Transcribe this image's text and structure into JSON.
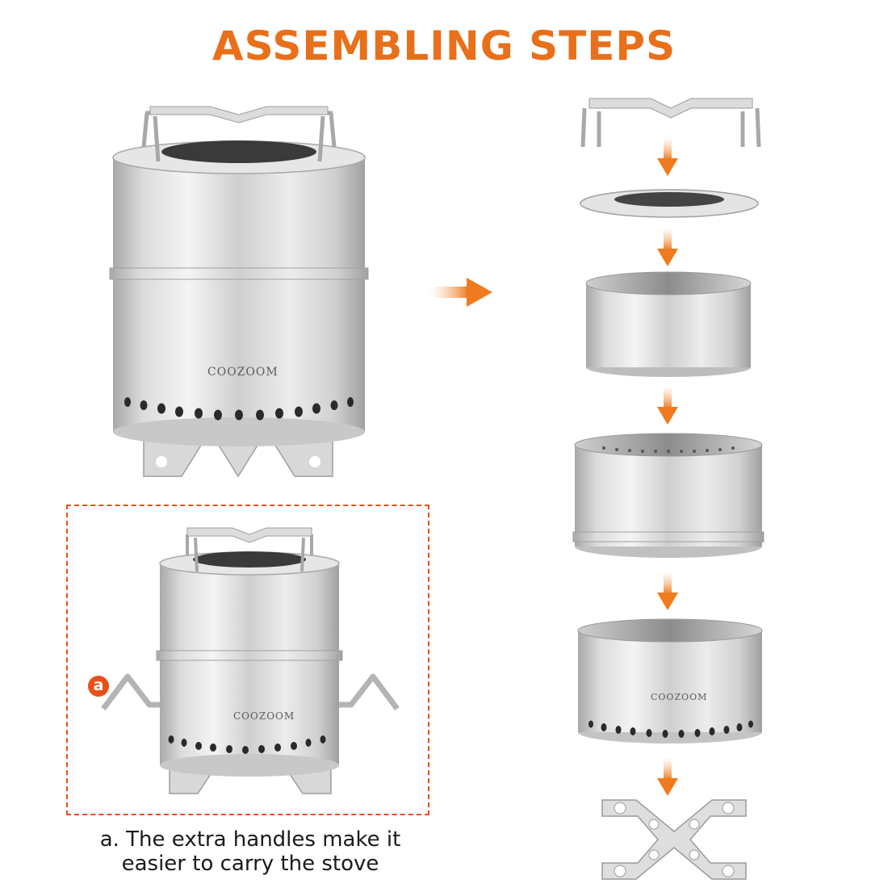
{
  "header": {
    "title": "ASSEMBLING STEPS"
  },
  "main_stove": {
    "brand": "COOZOOM"
  },
  "handles_example": {
    "badge": "a",
    "brand": "COOZOOM"
  },
  "caption": {
    "line1": "a. The extra handles make it",
    "line2": "easier to carry the stove"
  },
  "steps": [
    {
      "part": "pot-support"
    },
    {
      "part": "top-ring"
    },
    {
      "part": "inner-cylinder"
    },
    {
      "part": "upper-perforated-cylinder"
    },
    {
      "part": "base-cylinder",
      "brand": "COOZOOM"
    },
    {
      "part": "stand"
    }
  ],
  "colors": {
    "accent": "#e8701a",
    "dashed": "#e8501a",
    "steel_light": "#e8e8e8",
    "steel_dark": "#9a9a9a"
  }
}
